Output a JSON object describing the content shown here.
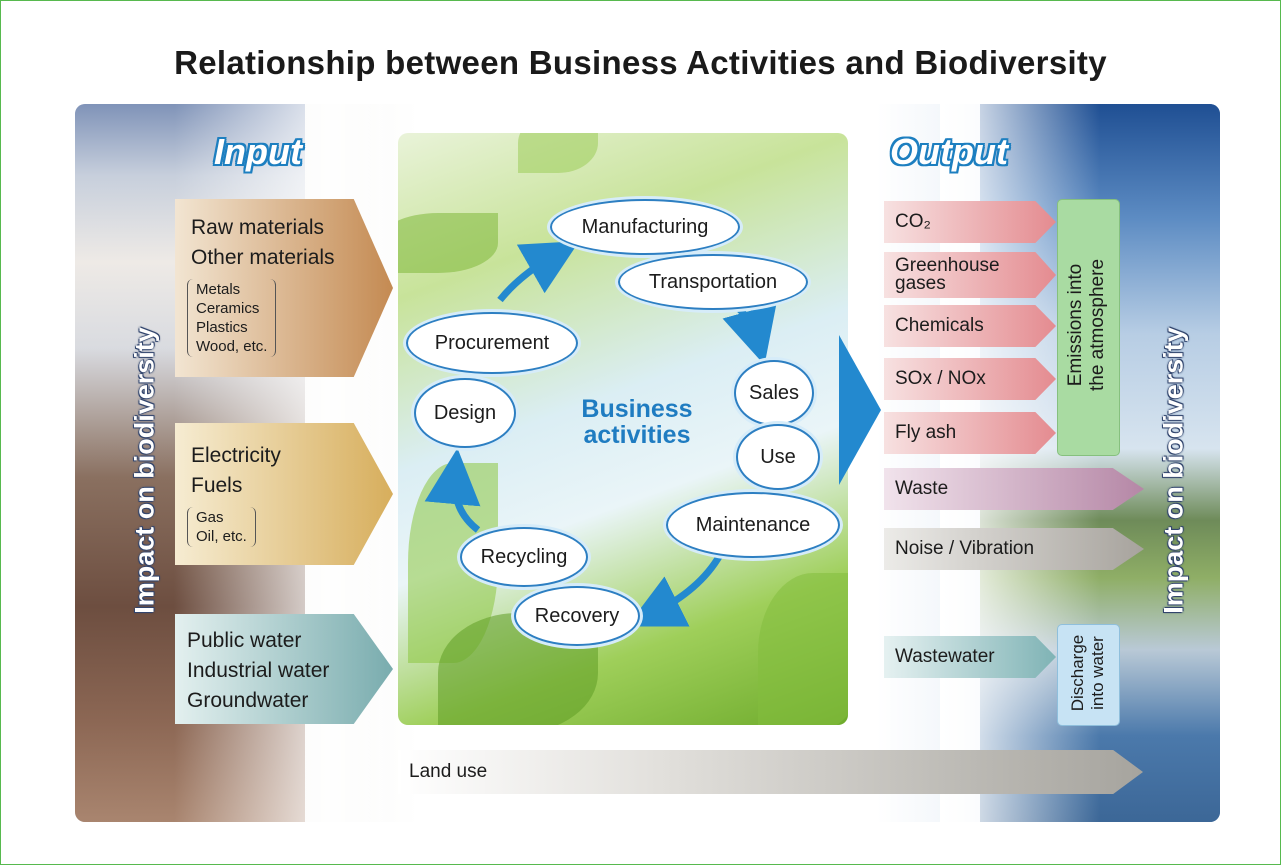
{
  "title": "Relationship between Business Activities and Biodiversity",
  "input_heading": "Input",
  "output_heading": "Output",
  "impact_label": "Impact on biodiversity",
  "inputs": [
    {
      "lines": [
        "Raw materials",
        "Other materials"
      ],
      "sub": [
        "Metals",
        "Ceramics",
        "Plastics",
        "Wood, etc."
      ],
      "color": "#c9905a"
    },
    {
      "lines": [
        "Electricity",
        "Fuels"
      ],
      "sub": [
        "Gas",
        "Oil, etc."
      ],
      "color": "#ddb768"
    },
    {
      "lines": [
        "Public water",
        "Industrial water",
        "Groundwater"
      ],
      "sub": [],
      "color": "#7fb2b3"
    }
  ],
  "center_label": [
    "Business",
    "activities"
  ],
  "cycle": [
    "Manufacturing",
    "Transportation",
    "Sales",
    "Use",
    "Maintenance",
    "Recovery",
    "Recycling",
    "Design",
    "Procurement"
  ],
  "outputs_air": {
    "items": [
      "CO₂",
      "Greenhouse gases",
      "Chemicals",
      "SOx / NOx",
      "Fly ash"
    ],
    "group_label": [
      "Emissions into",
      "the atmosphere"
    ],
    "color": "#e48b90"
  },
  "output_waste": {
    "label": "Waste",
    "color": "#b587a6"
  },
  "output_noise": {
    "label": "Noise / Vibration",
    "color": "#a7a39d"
  },
  "output_water": {
    "label": "Wastewater",
    "group_label": [
      "Discharge",
      "into water"
    ],
    "color": "#7fb3b5"
  },
  "land_use": "Land use",
  "colors": {
    "accent_blue": "#2389cf",
    "title": "#1a1a1a"
  }
}
